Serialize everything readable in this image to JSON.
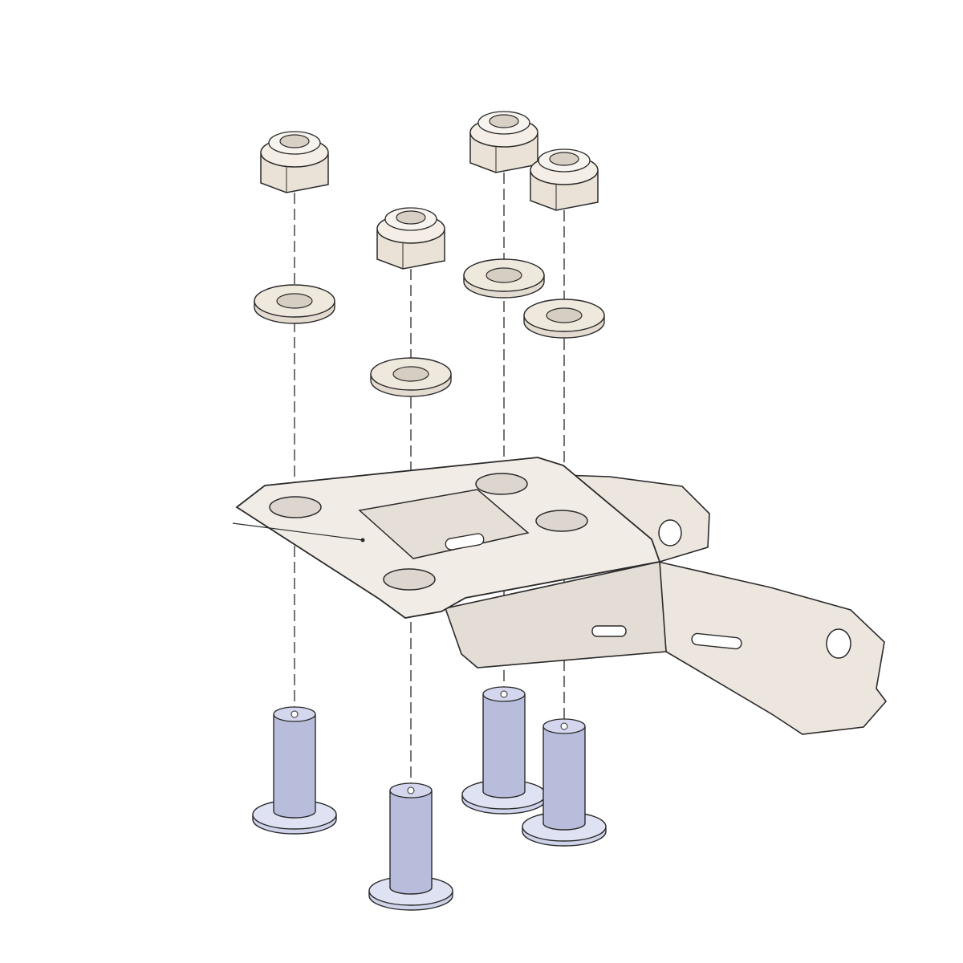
{
  "colors": {
    "background": "#ffffff",
    "outline": "#2a2a2a",
    "nut_side": "#eae2d6",
    "nut_top": "#f4eee6",
    "washer": "#efe8dd",
    "bracket": "#f1ece6",
    "bracket_shadow": "#ddd6ce",
    "bolt_shaft": "#b9bddc",
    "bolt_head": "#dfe2f2"
  },
  "parts": {
    "nuts": 4,
    "washers": 4,
    "bolts": 4,
    "bracket": 1
  }
}
